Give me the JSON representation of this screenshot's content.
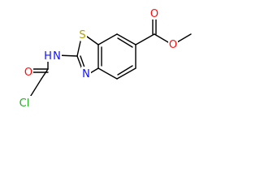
{
  "molecule": {
    "name": "methyl 2-[(2-chloroacetyl)amino]-1,3-benzothiazole-6-carboxylate",
    "atoms": {
      "S": {
        "label": "S",
        "color": "#b8a000"
      },
      "N_amide": {
        "label": "N",
        "color": "#1010ff"
      },
      "H_amide": {
        "label": "H",
        "color": "#1010ff"
      },
      "N_ring": {
        "label": "N",
        "color": "#1010ff"
      },
      "O_amide": {
        "label": "O",
        "color": "#ff0d0d"
      },
      "Cl": {
        "label": "Cl",
        "color": "#1fae1f"
      },
      "O_ester_carbonyl": {
        "label": "O",
        "color": "#ff0d0d"
      },
      "O_ester_ether": {
        "label": "O",
        "color": "#ff0d0d"
      }
    },
    "colors": {
      "bond": "#000000",
      "background": "#ffffff"
    }
  }
}
